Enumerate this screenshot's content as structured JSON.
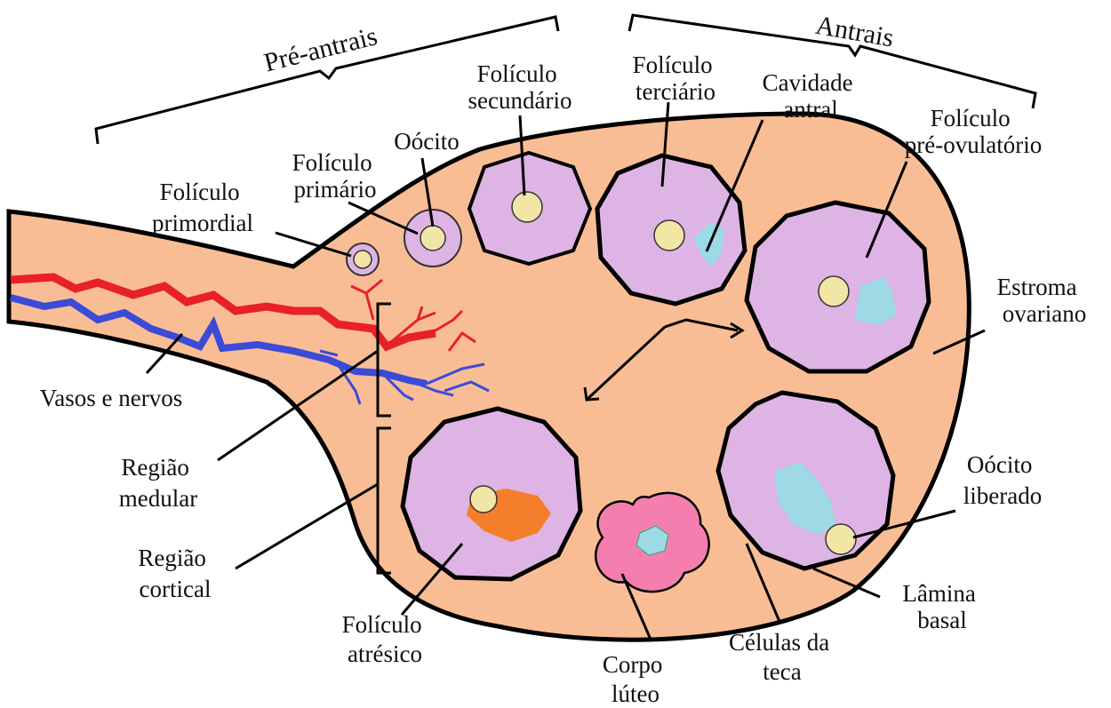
{
  "brackets": {
    "pre_antrais": "Pré-antrais",
    "antrais": "Antrais"
  },
  "labels": {
    "foliculo_primordial": [
      "Folículo",
      "primordial"
    ],
    "foliculo_primario": [
      "Folículo",
      "primário"
    ],
    "oocito": [
      "Oócito"
    ],
    "foliculo_secundario": [
      "Folículo",
      "secundário"
    ],
    "foliculo_terciario": [
      "Folículo",
      "terciário"
    ],
    "cavidade_antral": [
      "Cavidade",
      "antral"
    ],
    "foliculo_pre_ovulatorio": [
      "Folículo",
      "pré-ovulatório"
    ],
    "estroma_ovariano": [
      "Estroma",
      "ovariano"
    ],
    "vasos_e_nervos": [
      "Vasos e nervos"
    ],
    "regiao_medular": [
      "Região",
      "medular"
    ],
    "regiao_cortical": [
      "Região",
      "cortical"
    ],
    "foliculo_atresico": [
      "Folículo",
      "atrésico"
    ],
    "corpo_luteo": [
      "Corpo",
      "lúteo"
    ],
    "celulas_da_teca": [
      "Células da",
      "teca"
    ],
    "lamina_basal": [
      "Lâmina",
      "basal"
    ],
    "oocito_liberado": [
      "Oócito",
      "liberado"
    ]
  },
  "colors": {
    "stroma": "#F9BD95",
    "granulosa": "#DDB4E3",
    "oocyte": "#F2E6A6",
    "antrum": "#9ED9E6",
    "artery": "#E8202A",
    "vein": "#3B4BD8",
    "corpus_luteum": "#F47FAE",
    "atretic": "#F57E2A",
    "outline": "#000000"
  }
}
